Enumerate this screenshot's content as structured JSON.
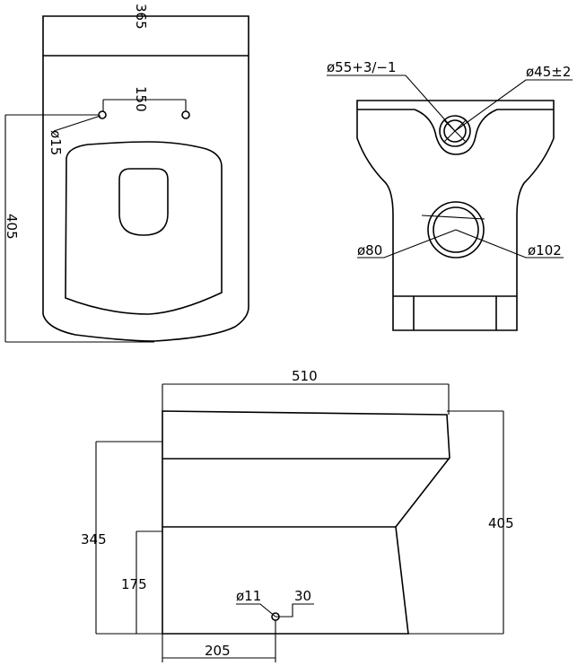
{
  "top_view": {
    "width": "365",
    "hole_spacing": "150",
    "hole_dia": "ø15",
    "depth": "405"
  },
  "rear_view": {
    "inlet_dia": "ø55+3/−1",
    "overflow_dia": "ø45±2",
    "outlet_dia": "ø80",
    "outlet_outer_dia": "ø102"
  },
  "side_view": {
    "length": "510",
    "height": "405",
    "outlet_height": "345",
    "waste_height": "175",
    "waste_dia": "ø11",
    "waste_offset": "30",
    "waste_distance": "205"
  }
}
